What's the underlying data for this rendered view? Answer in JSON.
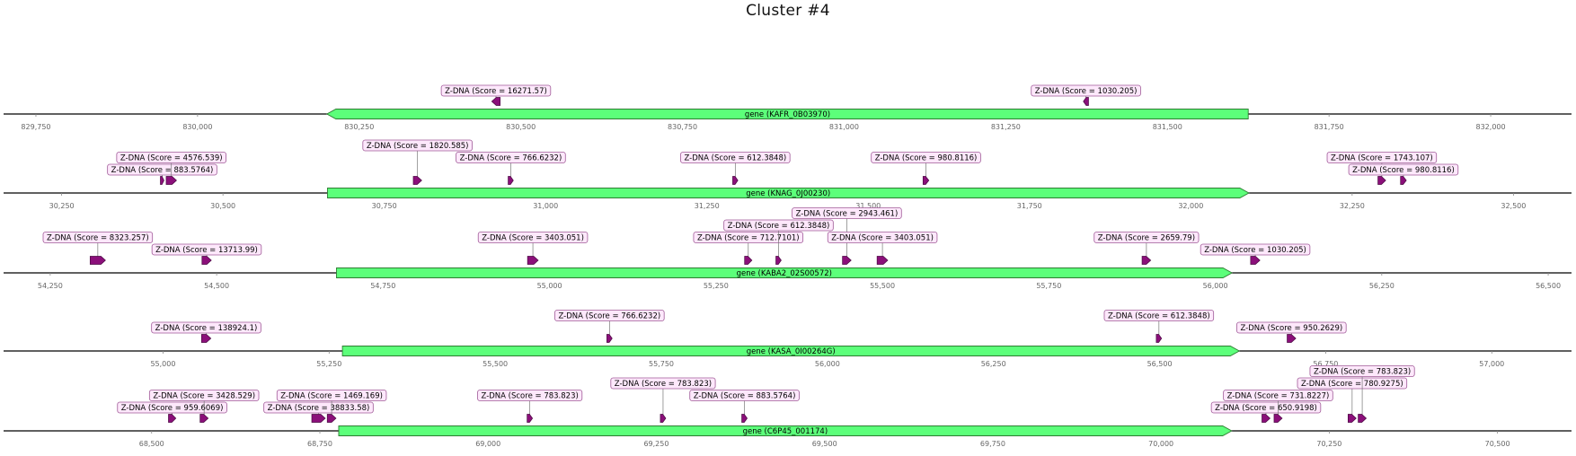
{
  "title": "Cluster #4",
  "colors": {
    "gene_fill": "#5cff7a",
    "gene_stroke": "#2e7d32",
    "feature_fill": "#8b0f7a",
    "label_bg": "#fde8fb",
    "label_border": "#a05a98",
    "axis": "#000000"
  },
  "tracks": [
    {
      "gene": {
        "label": "gene (KAFR_0B03970)",
        "start": 830200,
        "end": 831625,
        "strand": -1
      },
      "xlim": [
        829700,
        832125
      ],
      "ticks": [
        "829,750",
        "830,000",
        "830,250",
        "830,500",
        "830,750",
        "831,000",
        "831,250",
        "831,500",
        "831,750",
        "832,000"
      ],
      "tick_values": [
        829750,
        830000,
        830250,
        830500,
        830750,
        831000,
        831250,
        831500,
        831750,
        832000
      ],
      "features": [
        {
          "label": "Z-DNA (Score = 16271.57)",
          "start": 830455,
          "end": 830468,
          "strand": -1,
          "level": 1
        },
        {
          "label": "Z-DNA (Score = 1030.205)",
          "start": 831370,
          "end": 831378,
          "strand": -1,
          "level": 1
        }
      ]
    },
    {
      "gene": {
        "label": "gene (KNAG_0J00230)",
        "start": 30662,
        "end": 32090,
        "strand": 1
      },
      "xlim": [
        30160,
        32590
      ],
      "ticks": [
        "30,250",
        "30,500",
        "30,750",
        "31,000",
        "31,250",
        "31,500",
        "31,750",
        "32,000",
        "32,250",
        "32,500"
      ],
      "tick_values": [
        30250,
        30500,
        30750,
        31000,
        31250,
        31500,
        31750,
        32000,
        32250,
        32500
      ],
      "features": [
        {
          "label": "Z-DNA (Score = 883.5764)",
          "start": 30403,
          "end": 30408,
          "strand": 1,
          "level": 1
        },
        {
          "label": "Z-DNA (Score = 4576.539)",
          "start": 30412,
          "end": 30428,
          "strand": 1,
          "level": 2
        },
        {
          "label": "Z-DNA (Score = 1820.585)",
          "start": 30795,
          "end": 30808,
          "strand": 1,
          "level": 3
        },
        {
          "label": "Z-DNA (Score = 766.6232)",
          "start": 30942,
          "end": 30950,
          "strand": 1,
          "level": 2
        },
        {
          "label": "Z-DNA (Score = 612.3848)",
          "start": 31290,
          "end": 31298,
          "strand": 1,
          "level": 2
        },
        {
          "label": "Z-DNA (Score = 980.8116)",
          "start": 31585,
          "end": 31594,
          "strand": 1,
          "level": 2
        },
        {
          "label": "Z-DNA (Score = 1743.107)",
          "start": 32290,
          "end": 32302,
          "strand": 1,
          "level": 2
        },
        {
          "label": "Z-DNA (Score = 980.8116)",
          "start": 32325,
          "end": 32334,
          "strand": 1,
          "level": 1
        }
      ]
    },
    {
      "gene": {
        "label": "gene (KABA2_02S00572)",
        "start": 54680,
        "end": 56025,
        "strand": 1
      },
      "xlim": [
        54180,
        56535
      ],
      "ticks": [
        "54,250",
        "54,500",
        "54,750",
        "55,000",
        "55,250",
        "55,500",
        "55,750",
        "56,000",
        "56,250",
        "56,500"
      ],
      "tick_values": [
        54250,
        54500,
        54750,
        55000,
        55250,
        55500,
        55750,
        56000,
        56250,
        56500
      ],
      "features": [
        {
          "label": "Z-DNA (Score = 8323.257)",
          "start": 54310,
          "end": 54333,
          "strand": 1,
          "level": 2
        },
        {
          "label": "Z-DNA (Score = 13713.99)",
          "start": 54478,
          "end": 54492,
          "strand": 1,
          "level": 1
        },
        {
          "label": "Z-DNA (Score = 3403.051)",
          "start": 54967,
          "end": 54983,
          "strand": 1,
          "level": 2
        },
        {
          "label": "Z-DNA (Score = 712.7101)",
          "start": 55293,
          "end": 55304,
          "strand": 1,
          "level": 2
        },
        {
          "label": "Z-DNA (Score = 612.3848)",
          "start": 55340,
          "end": 55348,
          "strand": 1,
          "level": 3
        },
        {
          "label": "Z-DNA (Score = 2943.461)",
          "start": 55440,
          "end": 55453,
          "strand": 1,
          "level": 4
        },
        {
          "label": "Z-DNA (Score = 3403.051)",
          "start": 55492,
          "end": 55508,
          "strand": 1,
          "level": 2
        },
        {
          "label": "Z-DNA (Score = 2659.79)",
          "start": 55890,
          "end": 55903,
          "strand": 1,
          "level": 2
        },
        {
          "label": "Z-DNA (Score = 1030.205)",
          "start": 56053,
          "end": 56067,
          "strand": 1,
          "level": 1
        }
      ]
    },
    {
      "gene": {
        "label": "gene (KASA_0I00264G)",
        "start": 55270,
        "end": 56620,
        "strand": 1
      },
      "xlim": [
        54760,
        57120
      ],
      "ticks": [
        "55,000",
        "55,250",
        "55,500",
        "55,750",
        "56,000",
        "56,250",
        "56,500",
        "56,750",
        "57,000"
      ],
      "tick_values": [
        55000,
        55250,
        55500,
        55750,
        56000,
        56250,
        56500,
        56750,
        57000
      ],
      "features": [
        {
          "label": "Z-DNA (Score = 138924.1)",
          "start": 55058,
          "end": 55072,
          "strand": 1,
          "level": 1
        },
        {
          "label": "Z-DNA (Score = 766.6232)",
          "start": 55668,
          "end": 55676,
          "strand": 1,
          "level": 2
        },
        {
          "label": "Z-DNA (Score = 612.3848)",
          "start": 56495,
          "end": 56503,
          "strand": 1,
          "level": 2
        },
        {
          "label": "Z-DNA (Score = 950.2629)",
          "start": 56692,
          "end": 56705,
          "strand": 1,
          "level": 1
        }
      ]
    },
    {
      "gene": {
        "label": "gene (C6P45_001174)",
        "start": 68778,
        "end": 70105,
        "strand": 1
      },
      "xlim": [
        68280,
        70610
      ],
      "ticks": [
        "68,500",
        "68,750",
        "69,000",
        "69,250",
        "69,500",
        "69,750",
        "70,000",
        "70,250",
        "70,500"
      ],
      "tick_values": [
        68500,
        68750,
        69000,
        69250,
        69500,
        69750,
        70000,
        70250,
        70500
      ],
      "features": [
        {
          "label": "Z-DNA (Score = 959.6069)",
          "start": 68525,
          "end": 68536,
          "strand": 1,
          "level": 1
        },
        {
          "label": "Z-DNA (Score = 3428.529)",
          "start": 68572,
          "end": 68584,
          "strand": 1,
          "level": 2
        },
        {
          "label": "Z-DNA (Score = 38833.58)",
          "start": 68738,
          "end": 68758,
          "strand": 1,
          "level": 1
        },
        {
          "label": "Z-DNA (Score = 1469.169)",
          "start": 68761,
          "end": 68774,
          "strand": 1,
          "level": 2
        },
        {
          "label": "Z-DNA (Score = 783.823)",
          "start": 69058,
          "end": 69066,
          "strand": 1,
          "level": 2
        },
        {
          "label": "Z-DNA (Score = 783.823)",
          "start": 69256,
          "end": 69264,
          "strand": 1,
          "level": 3
        },
        {
          "label": "Z-DNA (Score = 883.5764)",
          "start": 69377,
          "end": 69385,
          "strand": 1,
          "level": 2
        },
        {
          "label": "Z-DNA (Score = 650.9198)",
          "start": 70150,
          "end": 70162,
          "strand": 1,
          "level": 1
        },
        {
          "label": "Z-DNA (Score = 731.8227)",
          "start": 70168,
          "end": 70180,
          "strand": 1,
          "level": 2
        },
        {
          "label": "Z-DNA (Score = 780.9275)",
          "start": 70278,
          "end": 70290,
          "strand": 1,
          "level": 3
        },
        {
          "label": "Z-DNA (Score = 783.823)",
          "start": 70293,
          "end": 70305,
          "strand": 1,
          "level": 4
        }
      ]
    }
  ]
}
